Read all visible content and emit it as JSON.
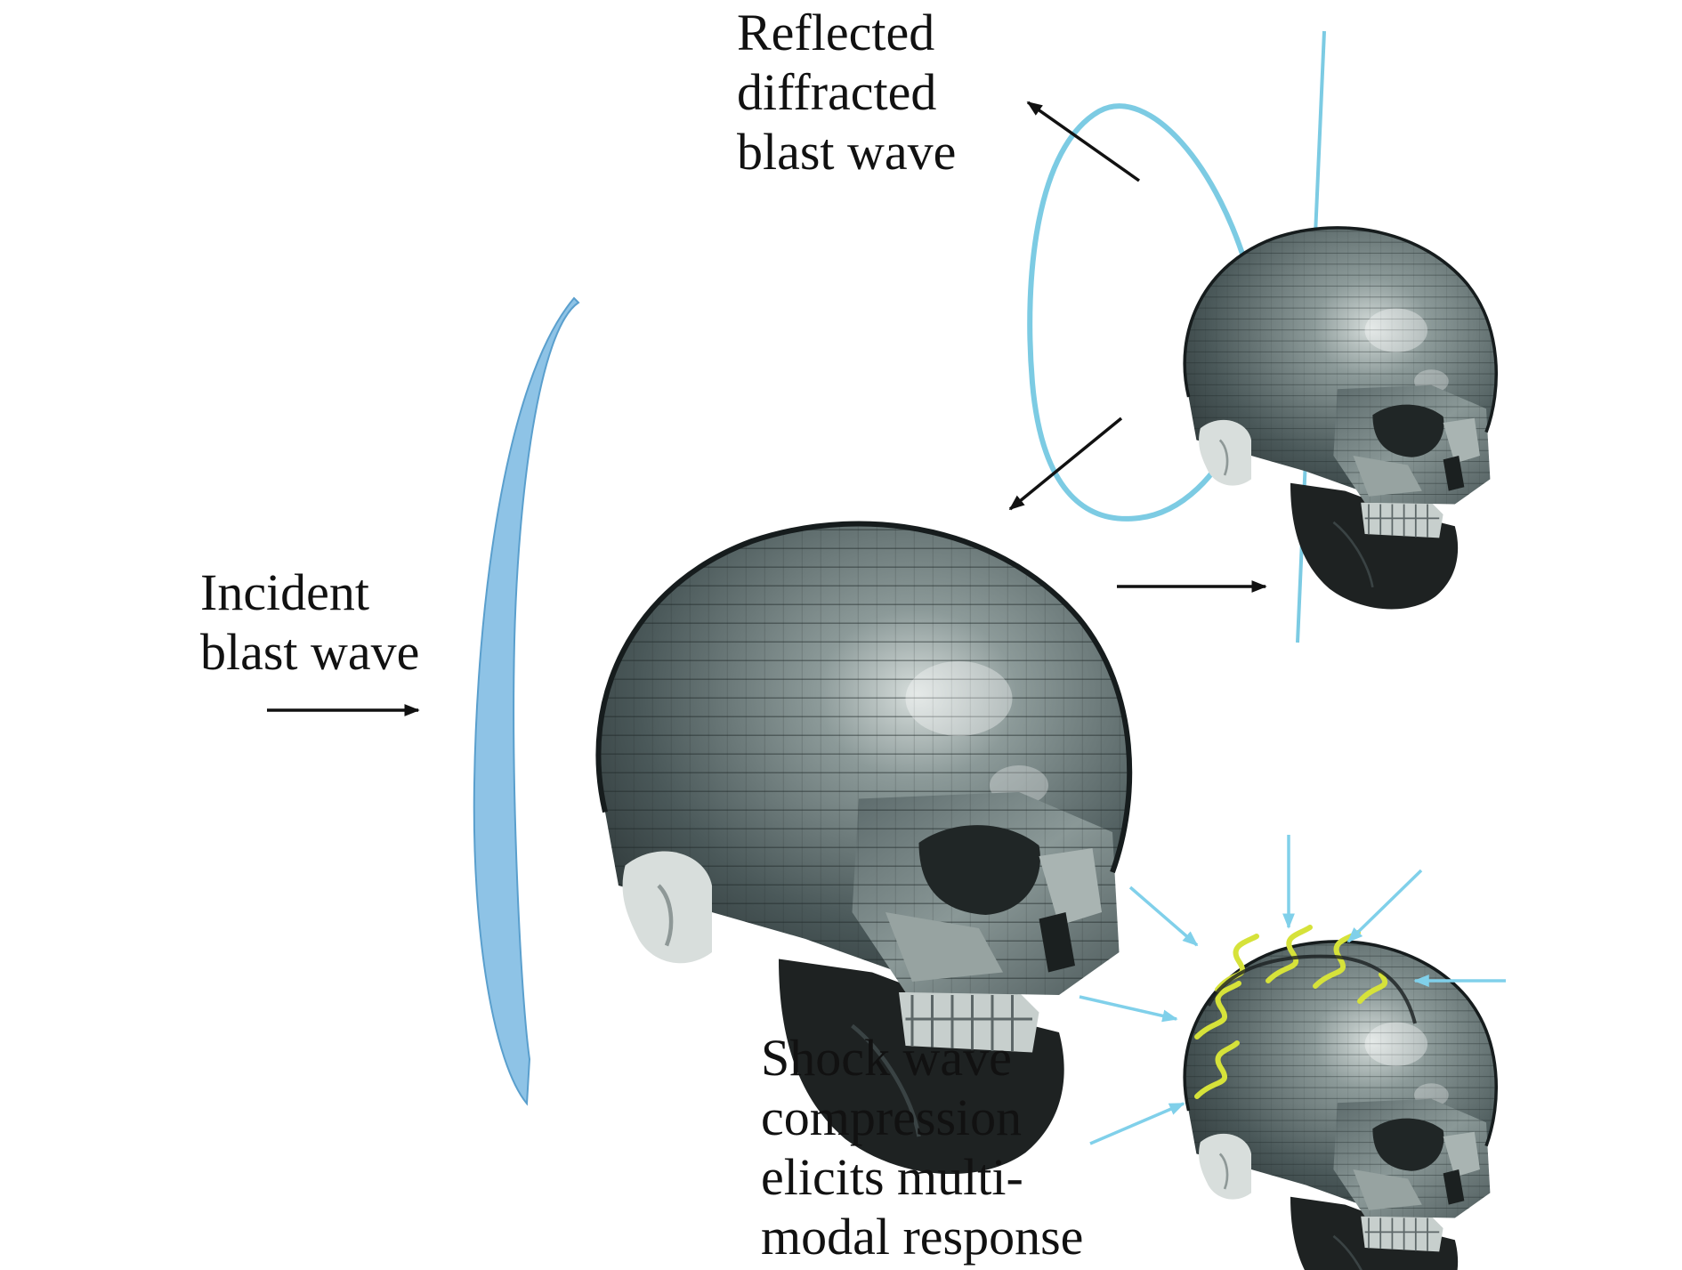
{
  "labels": {
    "incident": [
      "Incident",
      "blast wave"
    ],
    "reflected": [
      "Reflected",
      "diffracted",
      "blast wave"
    ],
    "shock": [
      "Shock wave",
      "compression",
      "elicits multi-",
      "modal response"
    ]
  },
  "colors": {
    "wave_fill": "#8ec3e6",
    "wave_stroke": "#5a9fcd",
    "wave_line": "#7ccbe3",
    "arrow": "#111111",
    "compression_arrow": "#80d0ea",
    "stress_wave": "#d6e23a",
    "skull_dark": "#3e4a4b",
    "skull_mid": "#6f7f80",
    "skull_light": "#b9c4c2",
    "jaw": "#1e2222"
  },
  "icons": {
    "skull": "skull-icon",
    "arrow": "arrow-right-icon"
  }
}
